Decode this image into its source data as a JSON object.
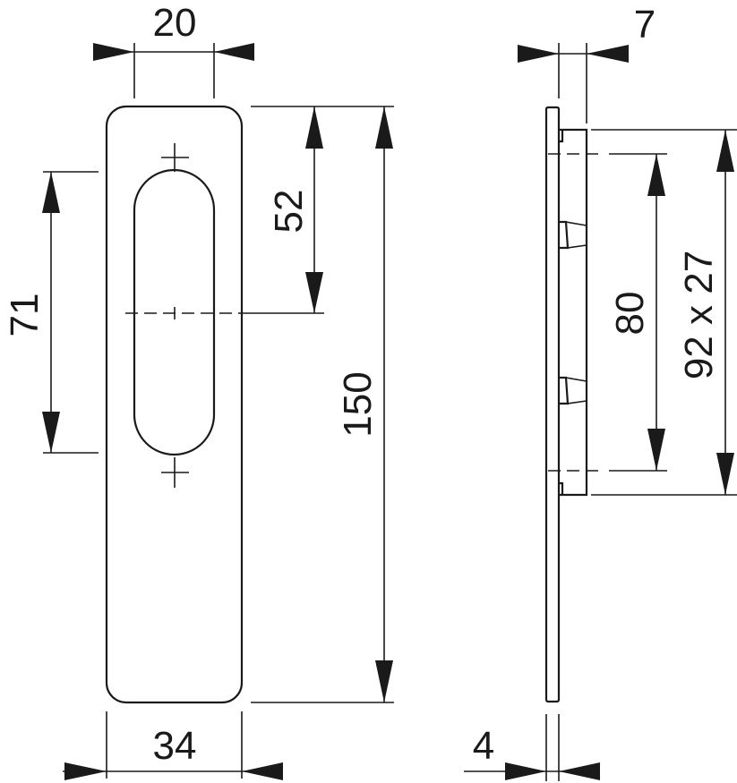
{
  "dimensions": {
    "slot_width": "20",
    "plate_width": "34",
    "slot_height_half": "52",
    "plate_height": "150",
    "fixing_distance": "71",
    "side_depth": "7",
    "plate_thickness": "4",
    "clip_distance": "80",
    "cutout_size": "92 x 27"
  }
}
